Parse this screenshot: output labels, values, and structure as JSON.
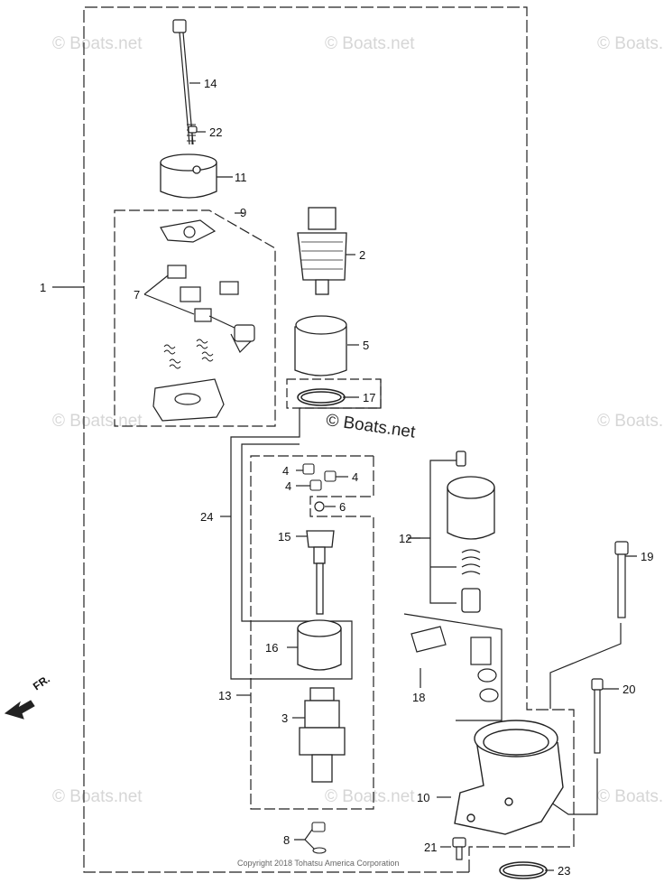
{
  "watermarks": [
    "© Boats.net",
    "© Boats.net",
    "© Boats.net",
    "© Boats.net",
    "© Boats.net",
    "© Boats.net",
    "© Boats.net",
    "© Boats.net"
  ],
  "main_watermark": "© Boats.net",
  "copyright": "Copyright 2018 Tohatsu America Corporation",
  "direction_label": "FR.",
  "callouts": [
    "14",
    "22",
    "11",
    "9",
    "2",
    "1",
    "7",
    "5",
    "17",
    "4",
    "4",
    "4",
    "6",
    "24",
    "15",
    "12",
    "19",
    "16",
    "18",
    "13",
    "20",
    "3",
    "10",
    "8",
    "21",
    "23"
  ]
}
